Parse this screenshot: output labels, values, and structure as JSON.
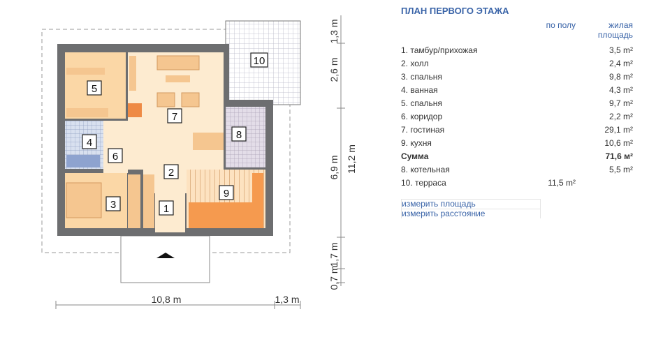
{
  "plan": {
    "rooms": [
      "1",
      "2",
      "3",
      "4",
      "5",
      "6",
      "7",
      "8",
      "9",
      "10"
    ],
    "dims": {
      "bottom_main": "10,8 m",
      "bottom_extra": "1,3 m",
      "v_top": "1,3 m",
      "v_2": "2,6 m",
      "v_3": "6,9 m",
      "v_total": "11,2 m",
      "v_4": "1,7 m",
      "v_5": "0,7 m"
    },
    "colors": {
      "wall": "#6d6e70",
      "bedroom": "#fbd7a6",
      "living": "#fdebd0",
      "kitchen": "#f59a4f",
      "tile": "#c9d3e6"
    }
  },
  "panel": {
    "title": "ПЛАН ПЕРВОГО ЭТАЖА",
    "col_floor": "по полу",
    "col_living": "жилая площадь",
    "rows": [
      {
        "name": "1. тамбур/прихожая",
        "floor": "",
        "living": "3,5 m²"
      },
      {
        "name": "2. холл",
        "floor": "",
        "living": "2,4 m²"
      },
      {
        "name": "3. спальня",
        "floor": "",
        "living": "9,8 m²"
      },
      {
        "name": "4. ванная",
        "floor": "",
        "living": "4,3 m²"
      },
      {
        "name": "5. спальня",
        "floor": "",
        "living": "9,7 m²"
      },
      {
        "name": "6. коридор",
        "floor": "",
        "living": "2,2 m²"
      },
      {
        "name": "7. гостиная",
        "floor": "",
        "living": "29,1 m²"
      },
      {
        "name": "9. кухня",
        "floor": "",
        "living": "10,6 m²"
      },
      {
        "name": "Сумма",
        "floor": "",
        "living": "71,6 м²"
      },
      {
        "name": "8. котельная",
        "floor": "",
        "living": "5,5 m²"
      },
      {
        "name": "10. терраса",
        "floor": "11,5 m²",
        "living": ""
      }
    ],
    "links": [
      "измерить площадь",
      "измерить расстояние"
    ]
  }
}
